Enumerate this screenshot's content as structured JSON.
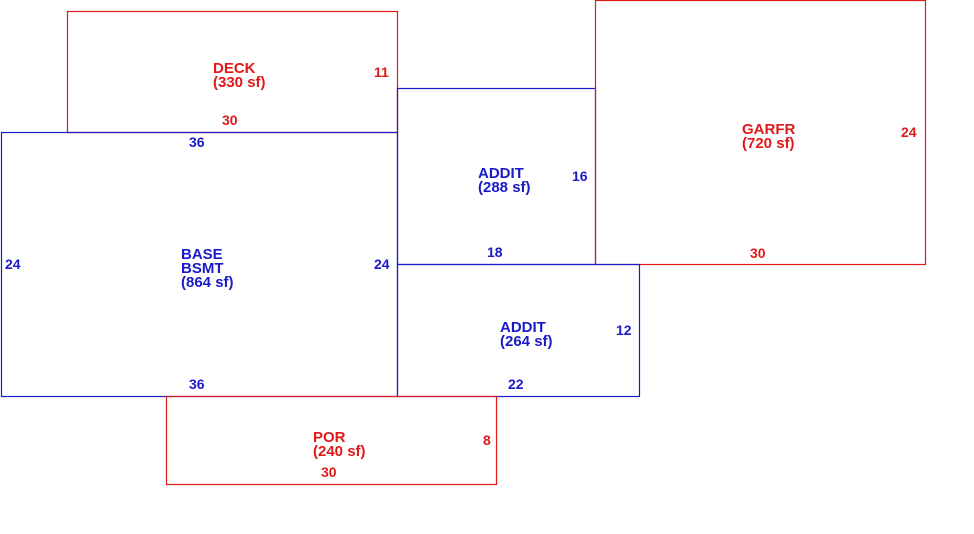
{
  "colors": {
    "living": "#1a1ac8",
    "non_living": "#e01818"
  },
  "areas": [
    {
      "id": "deck",
      "color": "non_living",
      "lines": [
        "DECK",
        "(330 sf)"
      ],
      "dims": [
        "30",
        "11"
      ]
    },
    {
      "id": "base",
      "color": "living",
      "lines": [
        "BASE",
        "BSMT",
        "(864 sf)"
      ],
      "dims": [
        "36",
        "24",
        "24",
        "36"
      ]
    },
    {
      "id": "addit-upper",
      "color": "living",
      "lines": [
        "ADDIT",
        "(288 sf)"
      ],
      "dims": [
        "16",
        "18"
      ]
    },
    {
      "id": "garfr",
      "color": "non_living",
      "lines": [
        "GARFR",
        "(720 sf)"
      ],
      "dims": [
        "24",
        "30"
      ]
    },
    {
      "id": "addit-lower",
      "color": "living",
      "lines": [
        "ADDIT",
        "(264 sf)"
      ],
      "dims": [
        "12",
        "22"
      ]
    },
    {
      "id": "por",
      "color": "non_living",
      "lines": [
        "POR",
        "(240 sf)"
      ],
      "dims": [
        "8",
        "30"
      ]
    }
  ]
}
